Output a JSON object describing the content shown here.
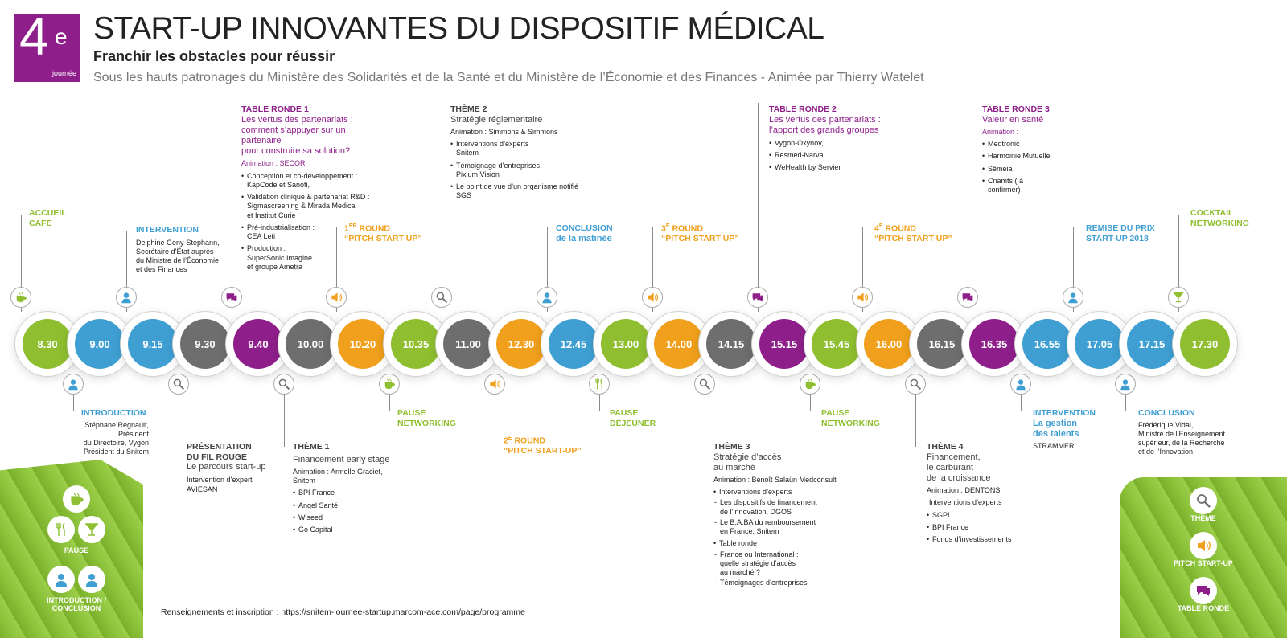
{
  "header": {
    "badge_number": "4",
    "badge_sup": "e",
    "badge_word": "journée",
    "title": "START-UP INNOVANTES DU DISPOSITIF MÉDICAL",
    "subtitle": "Franchir les obstacles pour réussir",
    "patronage": "Sous les hauts patronages du Ministère des Solidarités et de la Santé et du Ministère de l’Économie et des Finances - Animée par Thierry Watelet"
  },
  "colors": {
    "green": "#8fbf30",
    "blue": "#3f9fd3",
    "gray": "#6e6e6e",
    "purple": "#8e1f8a",
    "orange": "#f0a01c"
  },
  "timeline": [
    {
      "time": "8.30",
      "color": "green",
      "icon": "coffee-icon",
      "side": "top"
    },
    {
      "time": "9.00",
      "color": "blue",
      "icon": "person-icon",
      "side": "bottom"
    },
    {
      "time": "9.15",
      "color": "blue",
      "icon": "person-icon",
      "side": "top"
    },
    {
      "time": "9.30",
      "color": "gray",
      "icon": "magnifier-icon",
      "side": "bottom"
    },
    {
      "time": "9.40",
      "color": "purple",
      "icon": "chat-icon",
      "side": "top"
    },
    {
      "time": "10.00",
      "color": "gray",
      "icon": "magnifier-icon",
      "side": "bottom"
    },
    {
      "time": "10.20",
      "color": "orange",
      "icon": "speaker-icon",
      "side": "top"
    },
    {
      "time": "10.35",
      "color": "green",
      "icon": "coffee-icon",
      "side": "bottom"
    },
    {
      "time": "11.00",
      "color": "gray",
      "icon": "magnifier-icon",
      "side": "top"
    },
    {
      "time": "12.30",
      "color": "orange",
      "icon": "speaker-icon",
      "side": "bottom"
    },
    {
      "time": "12.45",
      "color": "blue",
      "icon": "person-icon",
      "side": "top"
    },
    {
      "time": "13.00",
      "color": "green",
      "icon": "cutlery-icon",
      "side": "bottom"
    },
    {
      "time": "14.00",
      "color": "orange",
      "icon": "speaker-icon",
      "side": "top"
    },
    {
      "time": "14.15",
      "color": "gray",
      "icon": "magnifier-icon",
      "side": "bottom"
    },
    {
      "time": "15.15",
      "color": "purple",
      "icon": "chat-icon",
      "side": "top"
    },
    {
      "time": "15.45",
      "color": "green",
      "icon": "coffee-icon",
      "side": "bottom"
    },
    {
      "time": "16.00",
      "color": "orange",
      "icon": "speaker-icon",
      "side": "top"
    },
    {
      "time": "16.15",
      "color": "gray",
      "icon": "magnifier-icon",
      "side": "bottom"
    },
    {
      "time": "16.35",
      "color": "purple",
      "icon": "chat-icon",
      "side": "top"
    },
    {
      "time": "16.55",
      "color": "blue",
      "icon": "person-icon",
      "side": "bottom"
    },
    {
      "time": "17.05",
      "color": "blue",
      "icon": "person-icon",
      "side": "top"
    },
    {
      "time": "17.15",
      "color": "blue",
      "icon": "person-icon",
      "side": "bottom"
    },
    {
      "time": "17.30",
      "color": "green",
      "icon": "cocktail-icon",
      "side": "top"
    }
  ],
  "t_830": {
    "head1": "ACCUEIL",
    "head2": "CAFÉ"
  },
  "t_900": {
    "head": "INTRODUCTION",
    "l1": "Stéphane Regnault,",
    "l2": "Président",
    "l3": "du Directoire, Vygon",
    "l4": "Président du Snitem"
  },
  "t_915": {
    "head": "INTERVENTION",
    "l1": "Delphine Geny-Stephann,",
    "l2": "Secrétaire d’État auprès",
    "l3": "du Ministre de l’Économie",
    "l4": "et des Finances"
  },
  "t_930": {
    "head1": "PRÉSENTATION",
    "head2": "DU FIL ROUGE",
    "sub": "Le parcours start-up",
    "l1": "Intervention d’expert",
    "l2": "AVIESAN"
  },
  "t_940": {
    "head": "TABLE RONDE 1",
    "sub1": "Les vertus des partenariats :",
    "sub2": "comment s’appuyer sur un partenaire",
    "sub3": "pour construire sa solution?",
    "anim": "Animation : SECOR",
    "b1a": "Conception et co-développement :",
    "b1b": "KapCode et Sanofi,",
    "b2a": "Validation clinique & partenariat R&D :",
    "b2b": "Sigmascreening & Mirada Medical",
    "b2c": "et Institut Curie",
    "b3a": "Pré-industrialisation :",
    "b3b": "CEA Leti",
    "b4a": "Production :",
    "b4b": "SuperSonic Imagine",
    "b4c": "et groupe Ametra"
  },
  "t_1000": {
    "head": "THÈME 1",
    "sub": "Financement early stage",
    "anim1": "Animation : Armelle Graciet,",
    "anim2": "Snitem",
    "b1": "BPI France",
    "b2": "Angel Santé",
    "b3": "Wiseed",
    "b4": "Go Capital"
  },
  "t_1020": {
    "n": "1",
    "sup": "ER",
    "word": "ROUND",
    "pitch": "“PITCH START-UP”"
  },
  "t_1035": {
    "head1": "PAUSE",
    "head2": "NETWORKING"
  },
  "t_1100": {
    "head": "THÈME 2",
    "sub": "Stratégie réglementaire",
    "anim": "Animation : Simmons & Simmons",
    "b1a": "Interventions d’experts",
    "b1b": "Snitem",
    "b2a": "Témoignage d’entreprises",
    "b2b": "Pixium Vision",
    "b3a": "Le point de vue d’un organisme notifié",
    "b3b": "SGS"
  },
  "t_1230": {
    "n": "2",
    "sup": "E",
    "word": "ROUND",
    "pitch": "“PITCH START-UP”"
  },
  "t_1245": {
    "head": "CONCLUSION",
    "sub": "de la matinée"
  },
  "t_1300": {
    "head1": "PAUSE",
    "head2": "DÉJEUNER"
  },
  "t_1400": {
    "n": "3",
    "sup": "E",
    "word": "ROUND",
    "pitch": "“PITCH START-UP”"
  },
  "t_1415": {
    "head": "THÈME 3",
    "sub1": "Stratégie d’accès",
    "sub2": "au marché",
    "anim": "Animation : Benoît Salaün Medconsult",
    "b1": "Interventions d’experts",
    "d1a": "Les dispositifs de financement",
    "d1b": "de l’innovation, DGOS",
    "d2a": "Le B.A.BA du remboursement",
    "d2b": "en France, Snitem",
    "b2": "Table ronde",
    "d3a": "France ou International :",
    "d3b": "quelle stratégie d’accès",
    "d3c": "au marché ?",
    "d4": "Témoignages d’entreprises"
  },
  "t_1515": {
    "head": "TABLE RONDE 2",
    "sub1": "Les vertus des partenariats :",
    "sub2": "l’apport des grands groupes",
    "b1": "Vygon-Oxynov,",
    "b2": "Resmed-Narval",
    "b3": "WeHealth by Servier"
  },
  "t_1545": {
    "head1": "PAUSE",
    "head2": "NETWORKING"
  },
  "t_1600": {
    "n": "4",
    "sup": "E",
    "word": "ROUND",
    "pitch": "“PITCH START-UP”"
  },
  "t_1615": {
    "head": "THÈME 4",
    "sub1": "Financement,",
    "sub2": "le carburant",
    "sub3": "de la croissance",
    "anim": "Animation : DENTONS",
    "l1": "Interventions d’experts",
    "b1": "SGPI",
    "b2": "BPI France",
    "b3": "Fonds d’investissements"
  },
  "t_1635": {
    "head": "TABLE RONDE 3",
    "sub": "Valeur en santé",
    "anim": "Animation :",
    "b1": "Medtronic",
    "b2": "Harmoinie Mutuelle",
    "b3": "Sêmeia",
    "b4a": "Cnamts ( à",
    "b4b": "confirmer)"
  },
  "t_1655": {
    "head": "INTERVENTION",
    "sub1": "La gestion",
    "sub2": "des talents",
    "l1": "STRAMMER"
  },
  "t_1705": {
    "head1": "REMISE DU PRIX",
    "head2": "START-UP 2018"
  },
  "t_1715": {
    "head": "CONCLUSION",
    "l1": "Frédérique Vidal,",
    "l2": "Ministre de l’Enseignement",
    "l3": "supérieur, de la Recherche",
    "l4": "et de l’Innovation"
  },
  "t_1730": {
    "head1": "COCKTAIL",
    "head2": "NETWORKING"
  },
  "legend_left": {
    "pause": "PAUSE",
    "intro1": "INTRODUCTION /",
    "intro2": "CONCLUSION"
  },
  "legend_right": {
    "theme": "THÈME",
    "pitch": "PITCH START-UP",
    "table": "TABLE RONDE"
  },
  "footer": {
    "text": "Renseignements et inscription : https://snitem-journee-startup.marcom-ace.com/page/programme"
  }
}
